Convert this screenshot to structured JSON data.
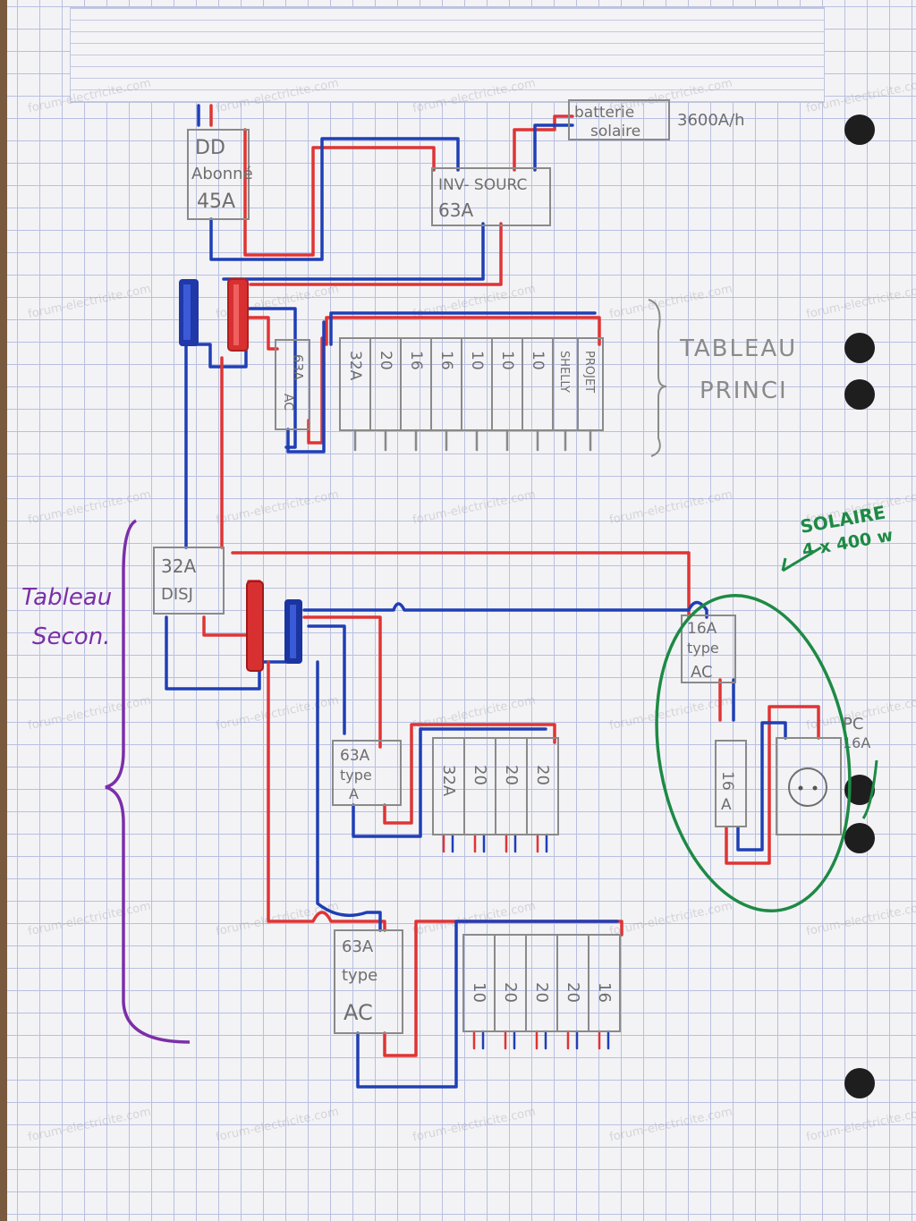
{
  "colors": {
    "phase": "#e03434",
    "neutral": "#1f3fb5",
    "pencil": "#8a8a8a",
    "solar_circle": "#1d8a44",
    "brace": "#7b2fa8"
  },
  "watermark": "forum-electricite.com",
  "boxes": {
    "dd_abonne": [
      "DD",
      "Abonné",
      "45A"
    ],
    "inverseur": [
      "INV- SOURC",
      "63A"
    ],
    "batterie": [
      "batterie",
      "solaire"
    ],
    "batterie_capacity": "3600A/h",
    "main_63a": [
      "63A",
      "AC"
    ],
    "main_breakers": [
      "32A",
      "20",
      "16",
      "16",
      "10",
      "10",
      "10",
      "SHELLY",
      "PROJET"
    ],
    "disj_32a": [
      "32A",
      "DISJ"
    ],
    "sec_63a_a": [
      "63A",
      "type",
      "A"
    ],
    "sec_breakers_a": [
      "32A",
      "20",
      "20",
      "20"
    ],
    "sec_63a_ac": [
      "63A",
      "type",
      "AC"
    ],
    "sec_breakers_ac": [
      "10",
      "20",
      "20",
      "20",
      "16"
    ],
    "solar_16a_ac": [
      "16A",
      "type",
      "AC"
    ],
    "solar_16a": [
      "16",
      "A"
    ],
    "pc_label": [
      "PC",
      "16A"
    ]
  },
  "labels": {
    "tableau_princi": [
      "TABLEAU",
      "PRINCI"
    ],
    "tableau_secon": [
      "Tableau",
      "Secon."
    ],
    "solaire": [
      "SOLAIRE",
      "4 x 400 w"
    ]
  }
}
